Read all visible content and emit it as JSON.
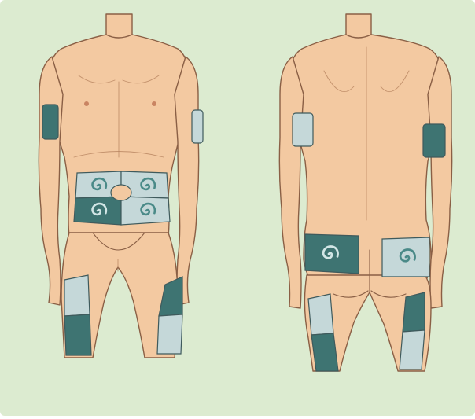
{
  "colors": {
    "background": "#dcebd0",
    "zone_dark": "#3e7472",
    "zone_light": "#c5d8d9",
    "swirl_on_light": "#4a8a88",
    "swirl_on_dark": "#d2e6e6",
    "skin": "#f3c9a1"
  },
  "figures": [
    {
      "view": "front",
      "zones": [
        {
          "region": "upper-arm-right",
          "shade": "dark"
        },
        {
          "region": "upper-arm-left",
          "shade": "light"
        },
        {
          "region": "abdomen-upper-right",
          "shade": "light",
          "swirl": true
        },
        {
          "region": "abdomen-upper-left",
          "shade": "light",
          "swirl": true
        },
        {
          "region": "abdomen-lower-right",
          "shade": "dark",
          "swirl": true
        },
        {
          "region": "abdomen-lower-left",
          "shade": "light",
          "swirl": true
        },
        {
          "region": "thigh-right",
          "shade": "light-top-dark-bottom"
        },
        {
          "region": "thigh-left",
          "shade": "dark-top-light-bottom"
        }
      ]
    },
    {
      "view": "back",
      "zones": [
        {
          "region": "upper-arm-left",
          "shade": "light"
        },
        {
          "region": "upper-arm-right",
          "shade": "dark"
        },
        {
          "region": "buttock-left",
          "shade": "dark",
          "swirl": true
        },
        {
          "region": "buttock-right",
          "shade": "light",
          "swirl": true
        },
        {
          "region": "thigh-left",
          "shade": "light-top-dark-bottom"
        },
        {
          "region": "thigh-right",
          "shade": "dark-top-light-bottom"
        }
      ]
    }
  ]
}
